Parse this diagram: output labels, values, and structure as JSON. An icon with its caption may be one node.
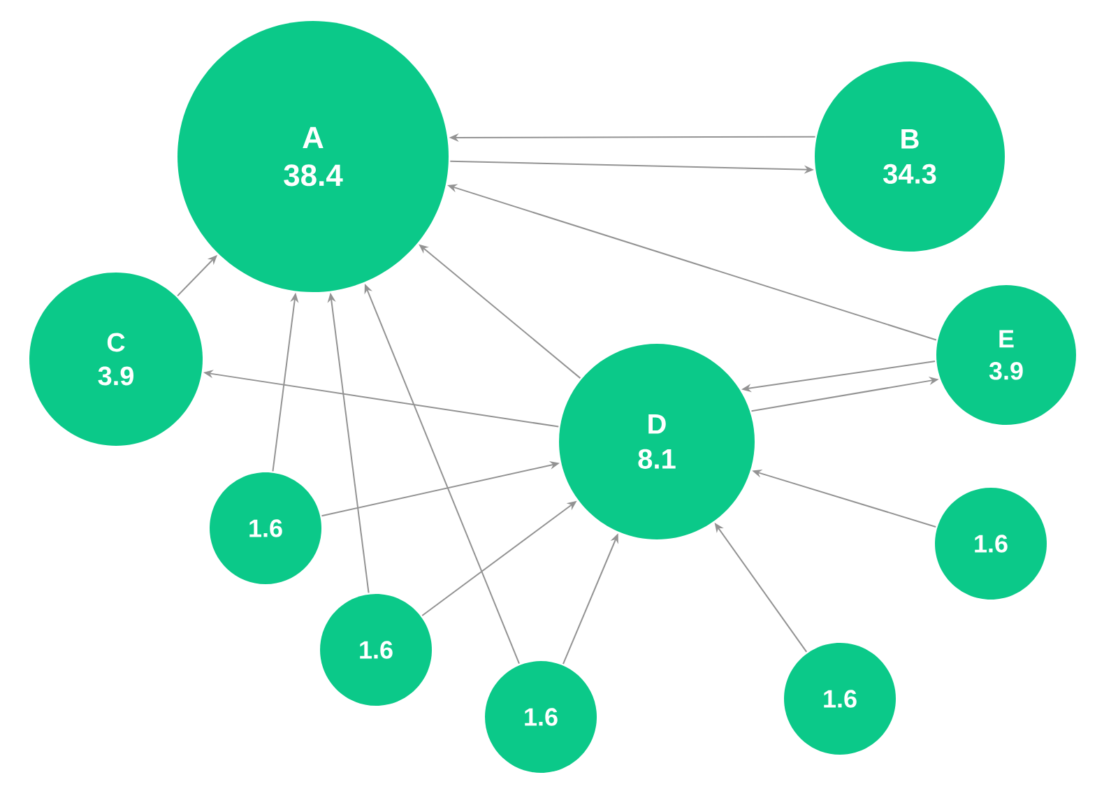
{
  "diagram": {
    "nodes": [
      {
        "text": [
          "A",
          "38.4"
        ]
      },
      {
        "text": [
          "B",
          "34.3"
        ]
      },
      {
        "text": [
          "C",
          "3.9"
        ]
      },
      {
        "text": [
          "D",
          "8.1"
        ]
      },
      {
        "text": [
          "E",
          "3.9"
        ]
      },
      {
        "text": [
          "1.6"
        ]
      },
      {
        "text": [
          "1.6"
        ]
      },
      {
        "text": [
          "1.6"
        ]
      },
      {
        "text": [
          "1.6"
        ]
      },
      {
        "text": [
          "1.6"
        ]
      }
    ],
    "edges": [
      {
        "from": 1,
        "to": 0,
        "arrow": "to"
      },
      {
        "from": 0,
        "to": 1,
        "arrow": "to"
      },
      {
        "from": 4,
        "to": 0,
        "arrow": "to"
      },
      {
        "from": 2,
        "to": 0,
        "arrow": "to"
      },
      {
        "from": 3,
        "to": 0,
        "arrow": "to"
      },
      {
        "from": 3,
        "to": 2,
        "arrow": "to"
      },
      {
        "from": 4,
        "to": 3,
        "arrow": "to"
      },
      {
        "from": 3,
        "to": 4,
        "arrow": "to"
      },
      {
        "from": 5,
        "to": 0,
        "arrow": "to"
      },
      {
        "from": 5,
        "to": 3,
        "arrow": "to"
      },
      {
        "from": 6,
        "to": 0,
        "arrow": "to"
      },
      {
        "from": 6,
        "to": 3,
        "arrow": "to"
      },
      {
        "from": 7,
        "to": 0,
        "arrow": "to"
      },
      {
        "from": 7,
        "to": 3,
        "arrow": "to"
      },
      {
        "from": 8,
        "to": 3,
        "arrow": "to"
      },
      {
        "from": 9,
        "to": 3,
        "arrow": "to"
      }
    ]
  }
}
